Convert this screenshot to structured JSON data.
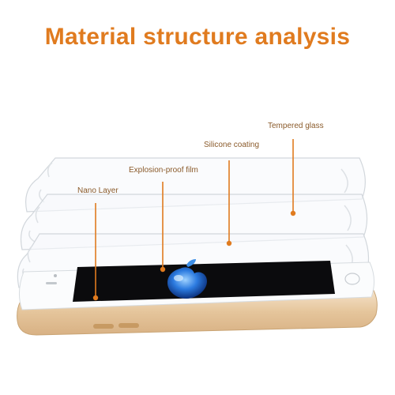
{
  "title": "Material structure analysis",
  "labels": {
    "tempered_glass": "Tempered glass",
    "silicone_coating": "Silicone coating",
    "explosion_proof_film": "Explosion-proof film",
    "nano_layer": "Nano Layer"
  },
  "colors": {
    "accent": "#e07b1f",
    "label_text": "#8a5a2a",
    "layer_stroke": "#d2d7dc",
    "phone_frame": "#e9c9a0",
    "screen": "#0b0b0d"
  }
}
